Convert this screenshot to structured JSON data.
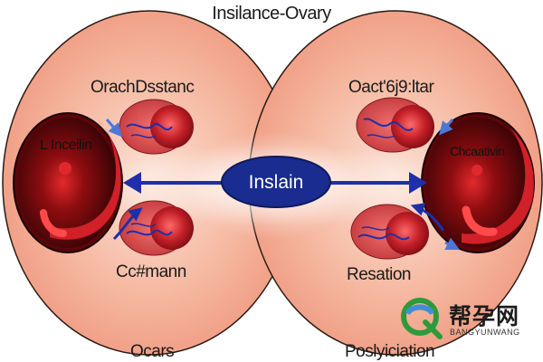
{
  "title": "Insilance-Ovary",
  "labels": {
    "top_left": "OrachDsstanc",
    "top_right": "Oact'6j9:ltar",
    "bottom_left": "Cc#mann",
    "bottom_right": "Resation",
    "footer_left": "Ocars",
    "footer_right": "Poslyiciation",
    "side_left": "L Inceilin",
    "side_right": "Chcaativin",
    "center": "Inslain"
  },
  "watermark": {
    "chinese": "帮孕网",
    "english": "BANGYUNWANG"
  },
  "colors": {
    "oval_fill": "#f2a48a",
    "oval_outline": "#2a1a14",
    "center_pill": "#1a2c8f",
    "arrow": "#1e2fa8",
    "follicle": "#b8202a",
    "dark_core": "#3a0306",
    "small_arrow": "#4a78d8",
    "logo_green": "#2f9a3a",
    "logo_blue": "#3f8fd8"
  },
  "icons": [
    "follicle-icon",
    "ovary-cell-icon",
    "double-arrow-icon",
    "logo-icon"
  ]
}
